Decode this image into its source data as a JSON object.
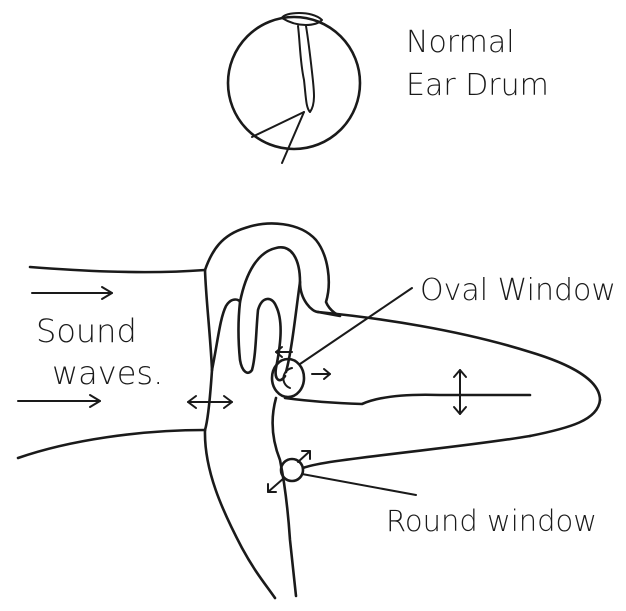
{
  "labels": {
    "ear_drum_line1": "Normal",
    "ear_drum_line2": "Ear Drum",
    "oval_window": "Oval Window",
    "sound_line1": "Sound",
    "sound_line2": "waves.",
    "round_window": "Round window"
  },
  "colors": {
    "ink": "#1a1a1a",
    "background": "#ffffff"
  }
}
